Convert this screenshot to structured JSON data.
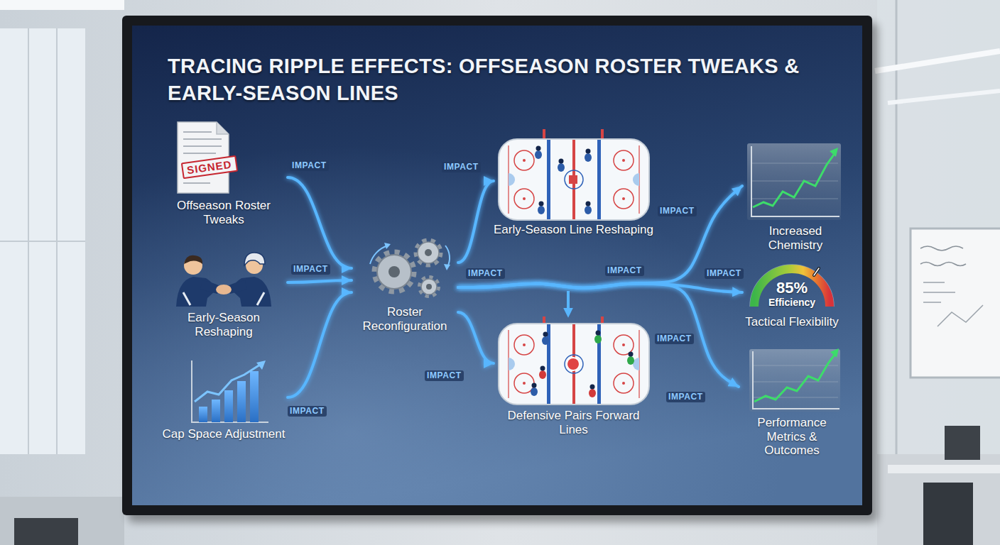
{
  "diagram": {
    "title": "TRACING RIPPLE EFFECTS: OFFSEASON ROSTER TWEAKS & EARLY-SEASON LINES",
    "nodes": [
      {
        "text": [
          "Offseason Roster Tweaks"
        ]
      },
      {
        "text": [
          "Early-Season Reshaping"
        ]
      },
      {
        "text": [
          "Cap Space Adjustment"
        ]
      },
      {
        "text": [
          "Roster Reconfiguration"
        ]
      },
      {
        "text": [
          "Early-Season Line Reshaping"
        ]
      },
      {
        "text": [
          "Defensive Pairs Forward Lines"
        ]
      },
      {
        "text": [
          "Increased Chemistry"
        ]
      },
      {
        "text": [
          "85% Efficiency",
          "Tactical Flexibility"
        ]
      },
      {
        "text": [
          "Performance Metrics & Outcomes"
        ]
      }
    ],
    "edges": [
      {
        "from": 0,
        "to": 3,
        "label": "IMPACT",
        "arrow": "to"
      },
      {
        "from": 1,
        "to": 3,
        "label": "IMPACT",
        "arrow": "to"
      },
      {
        "from": 2,
        "to": 3,
        "label": "IMPACT",
        "arrow": "to"
      },
      {
        "from": 3,
        "to": 4,
        "label": "IMPACT",
        "arrow": "to"
      },
      {
        "from": 3,
        "to": 5,
        "label": "IMPACT",
        "arrow": "to"
      },
      {
        "from": 3,
        "to": 6,
        "label": "IMPACT",
        "arrow": "to"
      },
      {
        "from": 3,
        "to": 7,
        "label": "IMPACT",
        "arrow": "to"
      },
      {
        "from": 3,
        "to": 8,
        "label": "IMPACT",
        "arrow": "to"
      }
    ],
    "labels": [
      "SIGNED",
      "IMPACT",
      "IMPACT",
      "IMPACT"
    ]
  }
}
